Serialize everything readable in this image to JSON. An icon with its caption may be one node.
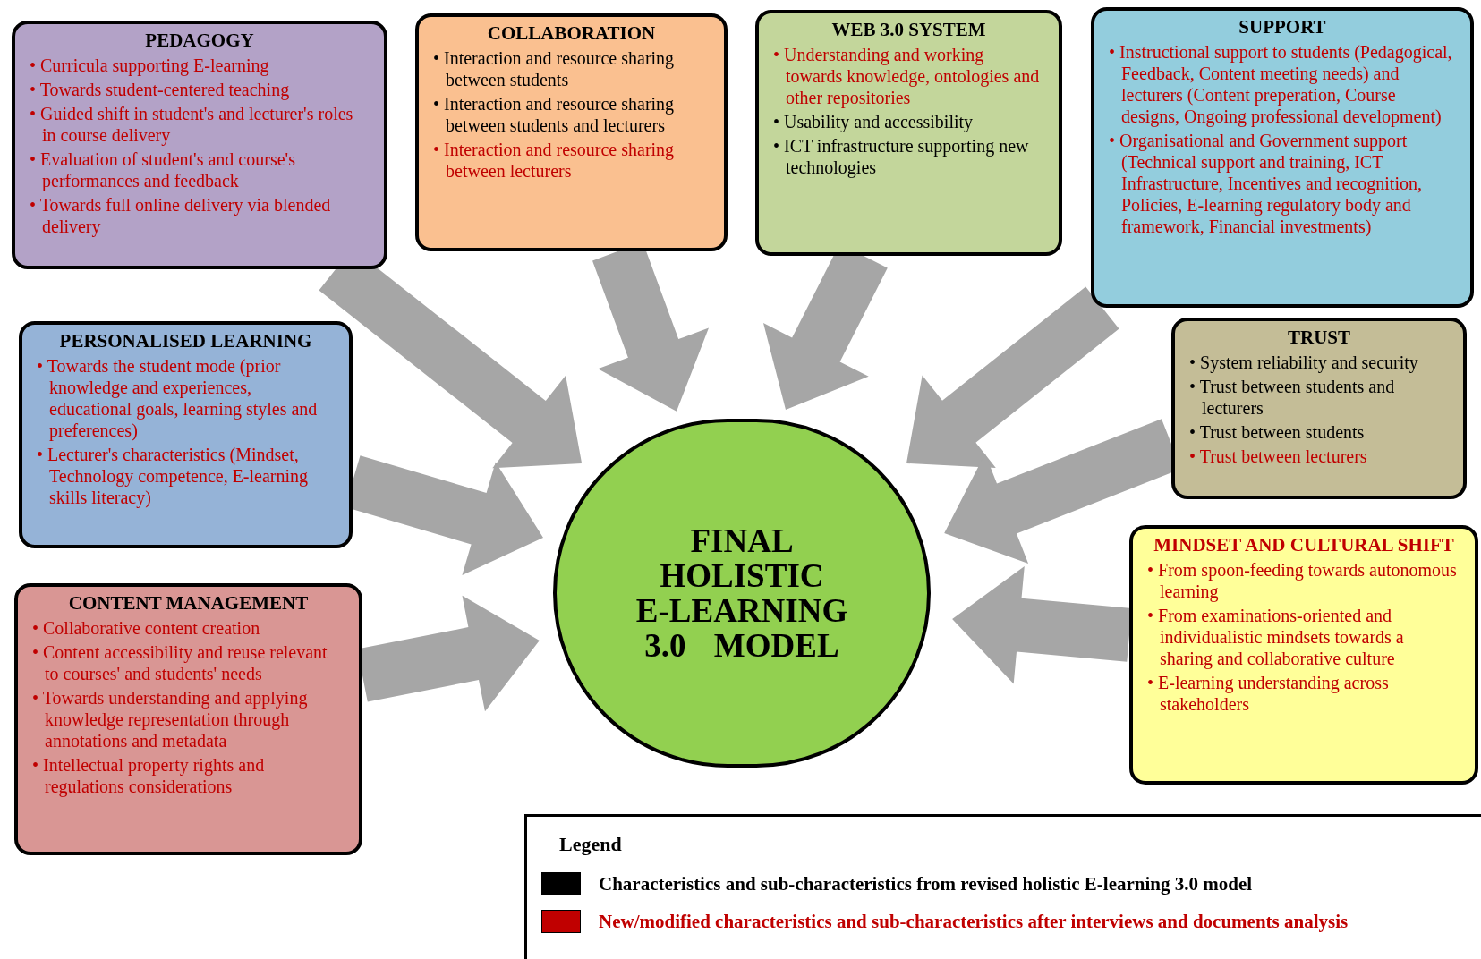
{
  "diagram": {
    "nodes": [
      {
        "text": [
          "PEDAGOGY",
          "• Curricula supporting E-learning",
          "• Towards student-centered teaching",
          "• Guided shift in student's and lecturer's roles in course delivery",
          "• Evaluation of student's and course's performances and feedback",
          "• Towards full online delivery via blended delivery"
        ]
      },
      {
        "text": [
          "COLLABORATION",
          "• Interaction and resource sharing between students",
          "• Interaction and resource sharing between students and lecturers",
          "• Interaction and resource sharing between lecturers"
        ]
      },
      {
        "text": [
          "WEB 3.0 SYSTEM",
          "• Understanding and working towards knowledge, ontologies and other repositories",
          "• Usability and accessibility",
          "• ICT infrastructure supporting new technologies"
        ]
      },
      {
        "text": [
          "SUPPORT",
          "• Instructional support to students (Pedagogical, Feedback, Content meeting needs) and lecturers (Content preperation, Course designs, Ongoing professional development)",
          "• Organisational and Government support (Technical support and training, ICT Infrastructure, Incentives and recognition, Policies, E-learning regulatory body and framework, Financial investments)"
        ]
      },
      {
        "text": [
          "PERSONALISED LEARNING",
          "• Towards the student mode (prior knowledge and experiences, educational goals, learning styles and preferences)",
          "• Lecturer's characteristics (Mindset, Technology competence, E-learning skills literacy)"
        ]
      },
      {
        "text": [
          "TRUST",
          "• System reliability and security",
          "• Trust between students and lecturers",
          "• Trust between students",
          "• Trust between lecturers"
        ]
      },
      {
        "text": [
          "CONTENT MANAGEMENT",
          "• Collaborative content creation",
          "• Content accessibility and reuse relevant to courses' and students' needs",
          "• Towards understanding and applying knowledge representation through annotations and metadata",
          "• Intellectual property rights and regulations considerations"
        ]
      },
      {
        "text": [
          "MINDSET AND CULTURAL SHIFT",
          "• From spoon-feeding towards autonomous learning",
          "• From examinations-oriented and individualistic mindsets towards a sharing and collaborative culture",
          "• E-learning understanding across stakeholders"
        ]
      },
      {
        "text": [
          "FINAL HOLISTIC E-LEARNING 3.0 MODEL"
        ]
      }
    ],
    "edges": [
      {
        "from": 0,
        "to": 8,
        "arrow": "to",
        "style": "thick"
      },
      {
        "from": 1,
        "to": 8,
        "arrow": "to",
        "style": "thick"
      },
      {
        "from": 2,
        "to": 8,
        "arrow": "to",
        "style": "thick"
      },
      {
        "from": 3,
        "to": 8,
        "arrow": "to",
        "style": "thick"
      },
      {
        "from": 4,
        "to": 8,
        "arrow": "to",
        "style": "thick"
      },
      {
        "from": 5,
        "to": 8,
        "arrow": "to",
        "style": "thick"
      },
      {
        "from": 6,
        "to": 8,
        "arrow": "to",
        "style": "thick"
      },
      {
        "from": 7,
        "to": 8,
        "arrow": "to",
        "style": "thick"
      }
    ],
    "labels": [
      "Legend"
    ],
    "legend": [
      {
        "text": "Characteristics and sub-characteristics from revised holistic E-learning 3.0 model",
        "color": "#000000"
      },
      {
        "text": "New/modified characteristics and sub-characteristics after interviews and documents analysis",
        "color": "#c00000"
      }
    ]
  }
}
